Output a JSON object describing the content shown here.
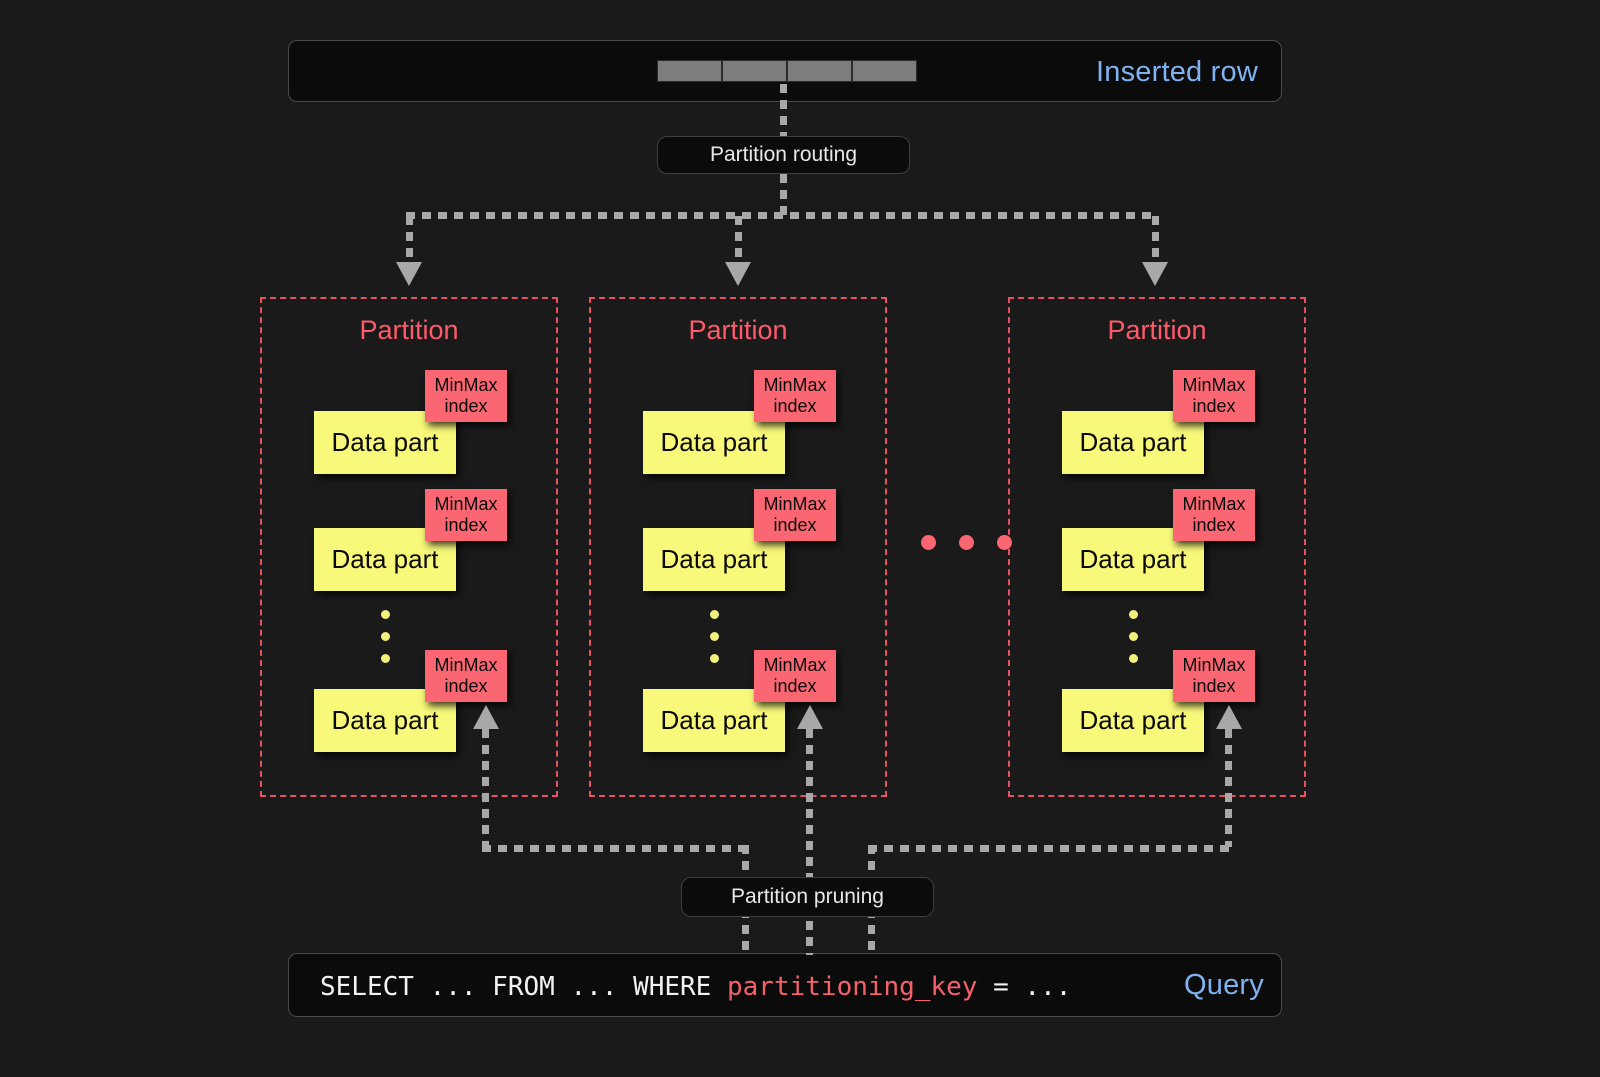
{
  "diagram": {
    "title": "ClickHouse partitioning: insert routing and partition pruning",
    "background_color": "#1a1a1a",
    "accent_colors": {
      "blue_label": "#7fb2f0",
      "partition_red": "#ff5a6a",
      "minmax_pink": "#fa6671",
      "datapart_yellow": "#f8f87a",
      "connector_gray": "#a8a8a8"
    }
  },
  "top_bar": {
    "label": "Inserted row",
    "cells": [
      "",
      "",
      "",
      ""
    ],
    "cell_count": 4
  },
  "routing_box": {
    "label": "Partition routing"
  },
  "partitions": [
    {
      "title": "Partition",
      "parts": [
        {
          "part_label": "Data part",
          "index_label_line1": "MinMax",
          "index_label_line2": "index"
        },
        {
          "part_label": "Data part",
          "index_label_line1": "MinMax",
          "index_label_line2": "index"
        },
        {
          "part_label": "Data part",
          "index_label_line1": "MinMax",
          "index_label_line2": "index"
        }
      ],
      "ellipsis": "vertical"
    },
    {
      "title": "Partition",
      "parts": [
        {
          "part_label": "Data part",
          "index_label_line1": "MinMax",
          "index_label_line2": "index"
        },
        {
          "part_label": "Data part",
          "index_label_line1": "MinMax",
          "index_label_line2": "index"
        },
        {
          "part_label": "Data part",
          "index_label_line1": "MinMax",
          "index_label_line2": "index"
        }
      ],
      "ellipsis": "vertical"
    },
    {
      "title": "Partition",
      "parts": [
        {
          "part_label": "Data part",
          "index_label_line1": "MinMax",
          "index_label_line2": "index"
        },
        {
          "part_label": "Data part",
          "index_label_line1": "MinMax",
          "index_label_line2": "index"
        },
        {
          "part_label": "Data part",
          "index_label_line1": "MinMax",
          "index_label_line2": "index"
        }
      ],
      "ellipsis": "vertical"
    }
  ],
  "between_partitions_ellipsis": "•••",
  "pruning_box": {
    "label": "Partition pruning"
  },
  "query_bar": {
    "label": "Query",
    "code_prefix": "SELECT ... FROM ... WHERE ",
    "code_key": "partitioning_key",
    "code_suffix": " = ..."
  }
}
